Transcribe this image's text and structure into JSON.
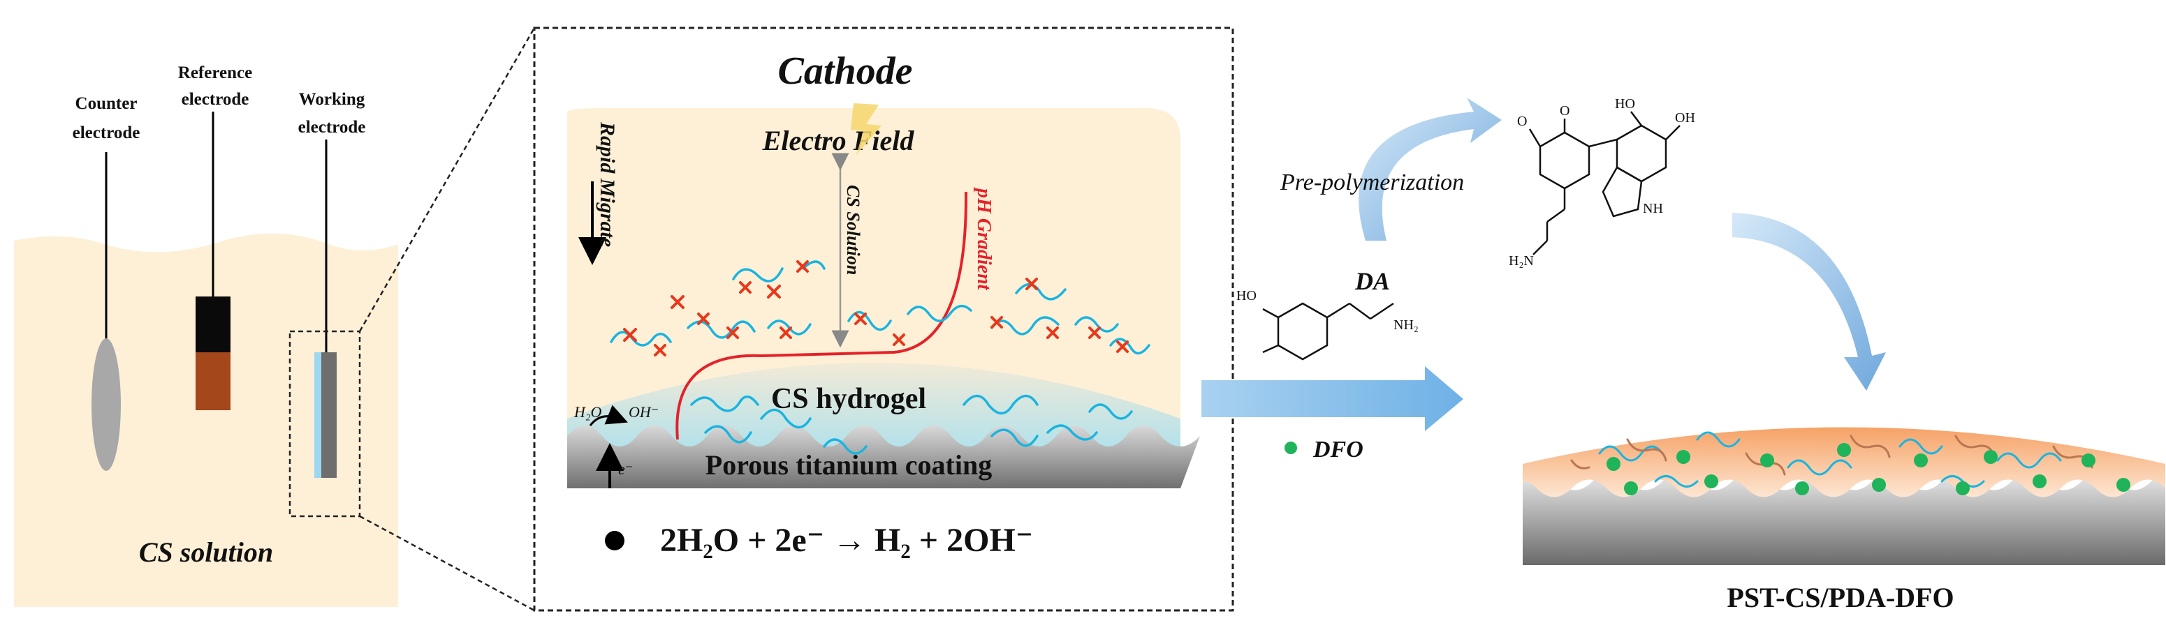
{
  "left_panel": {
    "electrodes": {
      "counter": [
        "Counter",
        "electrode"
      ],
      "reference": [
        "Reference",
        "electrode"
      ],
      "working": [
        "Working",
        "electrode"
      ]
    },
    "solution_label": "CS solution"
  },
  "cathode_panel": {
    "title": "Cathode",
    "field_label": "Electro Field",
    "migrate_label": "Rapid Migrate",
    "cs_solution_label": "CS Solution",
    "ph_label": "pH Gradient",
    "hydrogel_label": "CS hydrogel",
    "coating_label": "Porous titanium coating",
    "h2o_label": "H₂O",
    "oh_label": "OH⁻",
    "electron_label": "e⁻",
    "reaction": "2H₂O + 2e⁻ → H₂ + 2OH⁻"
  },
  "middle": {
    "prepolymerization_label": "Pre-polymerization",
    "da_label": "DA",
    "dfo_label": "DFO",
    "chem_labels": {
      "ho": "HO",
      "nh2": "NH₂",
      "o1": "O",
      "o2": "O",
      "ho2": "HO",
      "oh": "OH",
      "nh": "NH",
      "h2n": "H₂N"
    }
  },
  "result": {
    "label": "PST-CS/PDA-DFO"
  },
  "colors": {
    "solution": "#fdf0d6",
    "hydrogel": "#bde8f2",
    "coating": "#8a8a8a",
    "chain": "#1ab4e0",
    "cross": "#e8371b",
    "ph_curve": "#e4222a",
    "arrow_blue": "#8ec3ea",
    "dfo_green": "#1fb35a",
    "pda_brown": "#b97752",
    "result_top": "#f4a56a"
  }
}
